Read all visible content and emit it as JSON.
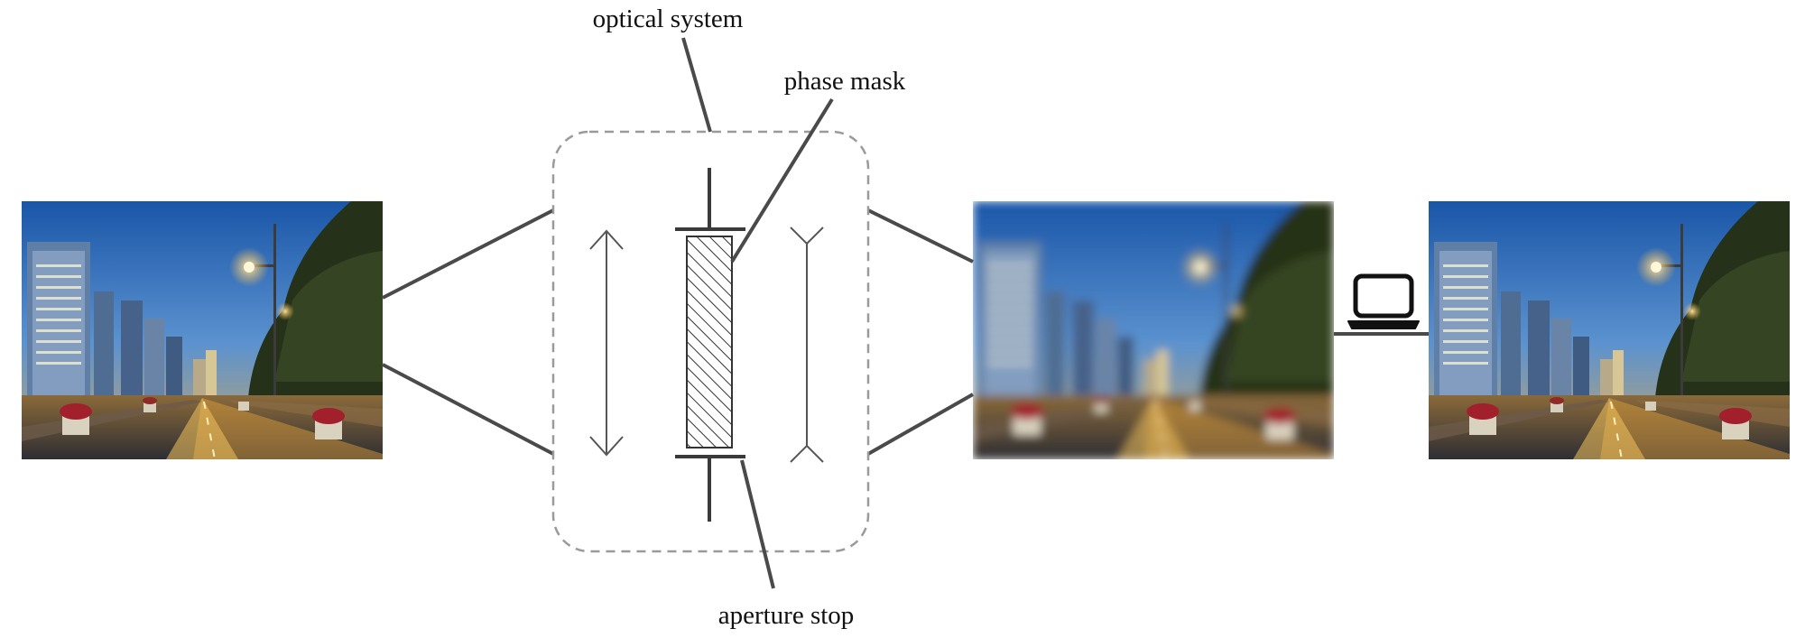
{
  "labels": {
    "optical_system": "optical system",
    "phase_mask": "phase mask",
    "aperture_stop": "aperture stop"
  },
  "panels": {
    "original": {
      "blurred": false
    },
    "captured": {
      "blurred": true
    },
    "restored": {
      "blurred": false
    }
  },
  "icons": {
    "computer": "laptop-icon",
    "lens": "converging-lens-icon",
    "diverging_lens": "diverging-lens-icon",
    "phase_mask": "hatched-phase-mask-icon"
  },
  "colors": {
    "connector": "#4a4a4a",
    "dashed_box": "#9a9a9a",
    "sky_top": "#1f5fb0",
    "sky_bottom": "#9fc4e6",
    "road": "#3a3a40",
    "road_light": "#f3b441",
    "foliage": "#2f3a22"
  }
}
